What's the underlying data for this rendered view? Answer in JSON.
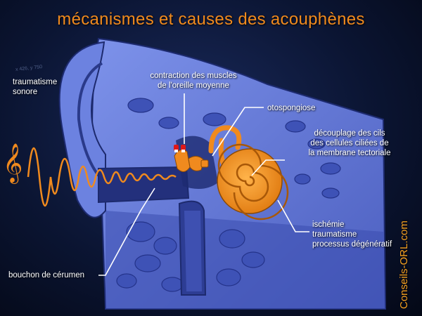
{
  "title": "mécanismes et causes des acouphènes",
  "watermark": "x 426, y 750",
  "brand": "Conseils-ORL.com",
  "clef_symbol": "𝄞",
  "colors": {
    "accent_orange": "#f08a1e",
    "anatomy_blue": "#5f75d6",
    "anatomy_dark": "#2a3a8a",
    "label_white": "#ffffff"
  },
  "labels": {
    "trauma_sonore": [
      "traumatisme",
      "sonore"
    ],
    "contraction": [
      "contraction des muscles",
      "de l'oreille moyenne"
    ],
    "otospongiose": [
      "otospongiose"
    ],
    "decouplage": [
      "découplage des cils",
      "des cellules ciliées de",
      "la membrane tectoriale"
    ],
    "ischemie": [
      "ischémie",
      "traumatisme",
      "processus dégénératif"
    ],
    "bouchon": [
      "bouchon de cérumen"
    ]
  }
}
